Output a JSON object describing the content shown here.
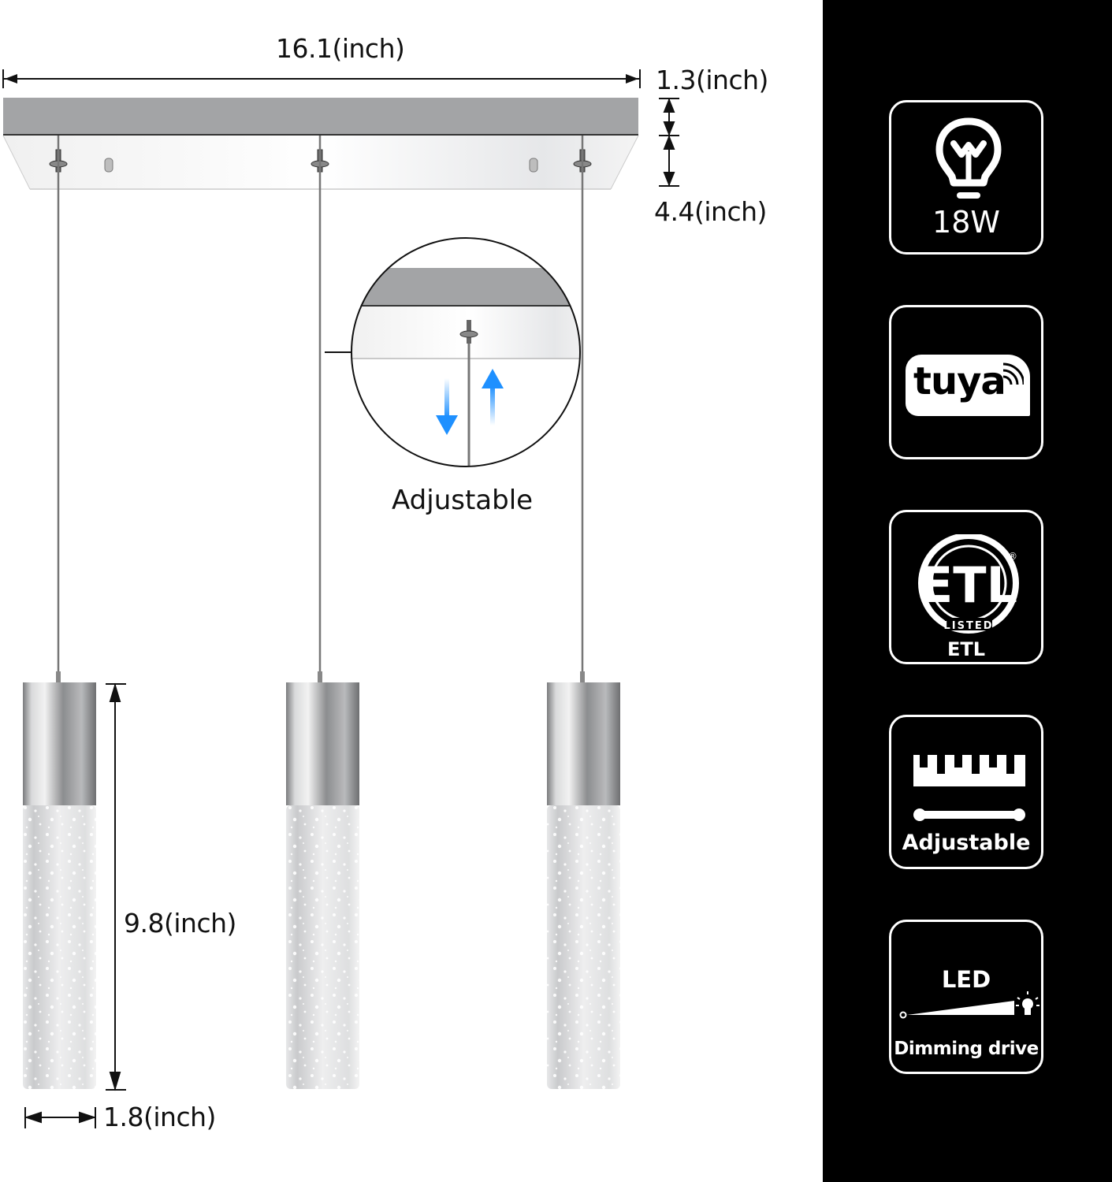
{
  "dimensions": {
    "width_label": "16.1(inch)",
    "canopy_height_label": "1.3(inch)",
    "canopy_depth_label": "4.4(inch)",
    "pendant_height_label": "9.8(inch)",
    "pendant_diameter_label": "1.8(inch)"
  },
  "detail": {
    "label": "Adjustable",
    "arrow_color": "#1e90ff"
  },
  "product": {
    "pendant_count": 3,
    "finish_color": "#9a9b9d"
  },
  "features": [
    {
      "icon": "light-bulb-icon",
      "label": "18W"
    },
    {
      "icon": "tuya-logo-icon",
      "label": "tuya"
    },
    {
      "icon": "etl-listed-icon",
      "label": "ETL",
      "sublabel": "LISTED",
      "logo_text": "ETL"
    },
    {
      "icon": "ruler-icon",
      "label": "Adjustable"
    },
    {
      "icon": "dimming-icon",
      "label": "Dimming drive",
      "title": "LED"
    }
  ],
  "colors": {
    "panel_bg": "#000000",
    "badge_fg": "#ffffff",
    "text": "#111111"
  }
}
